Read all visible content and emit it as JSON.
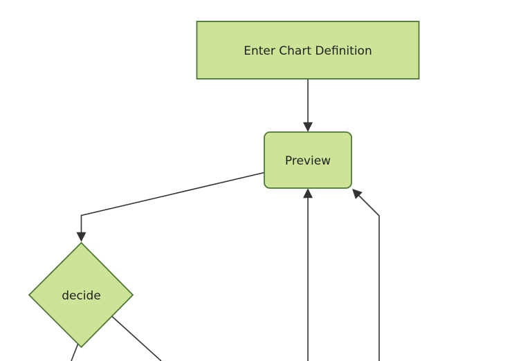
{
  "diagram": {
    "type": "flowchart",
    "nodes": {
      "enter_chart_definition": {
        "label": "Enter Chart Definition",
        "shape": "rectangle"
      },
      "preview": {
        "label": "Preview",
        "shape": "rounded-rectangle"
      },
      "decide": {
        "label": "decide",
        "shape": "diamond"
      }
    },
    "edges": [
      {
        "from": "enter_chart_definition",
        "to": "preview",
        "arrowhead": true
      },
      {
        "from": "preview",
        "to": "decide",
        "arrowhead": true
      },
      {
        "from": "offscreen_bottom_left_line",
        "to": "preview",
        "arrowhead": true
      },
      {
        "from": "offscreen_bottom_right_line",
        "to": "preview",
        "arrowhead": true
      },
      {
        "from": "decide",
        "to": "offscreen_bottom_left",
        "arrowhead": false
      },
      {
        "from": "decide",
        "to": "offscreen_bottom_right",
        "arrowhead": false
      }
    ],
    "colors": {
      "node_fill": "#cde498",
      "node_border": "#4c7533",
      "edge": "#333333",
      "label": "#1f1f1f",
      "background": "#ffffff"
    }
  }
}
